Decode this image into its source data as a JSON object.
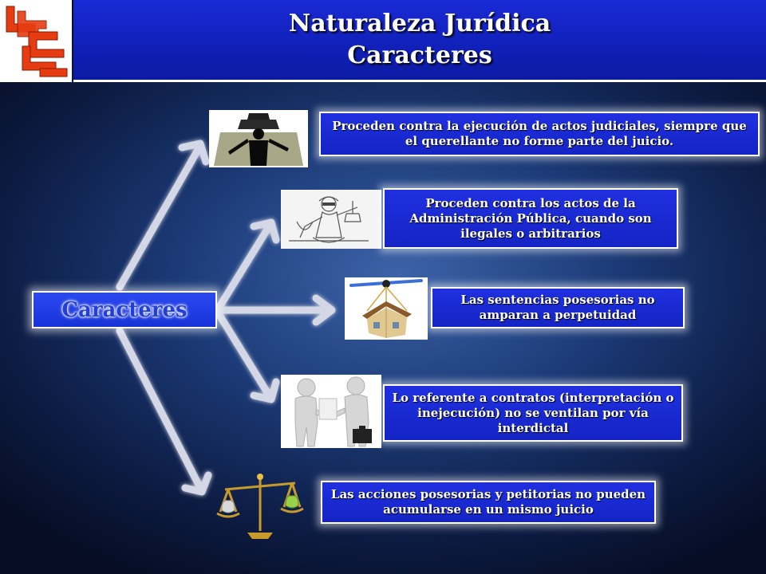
{
  "header": {
    "title_line1": "Naturaleza Jurídica",
    "title_line2": "Caracteres"
  },
  "root": {
    "label": "Caracteres"
  },
  "items": [
    {
      "text": "Proceden contra la ejecución de actos judiciales, siempre que el querellante no forme parte del juicio.",
      "icon": "judge-icon"
    },
    {
      "text": "Proceden contra los actos de la Administración Pública, cuando son ilegales o arbitrarios",
      "icon": "lady-justice-icon"
    },
    {
      "text": "Las sentencias posesorias no amparan a perpetuidad",
      "icon": "house-icon"
    },
    {
      "text": "Lo referente a contratos (interpretación o inejecución) no se ventilan por vía interdictal",
      "icon": "handshake-icon"
    },
    {
      "text": "Las acciones posesorias y petitorias no pueden acumularse en un mismo juicio",
      "icon": "scales-icon"
    }
  ],
  "colors": {
    "box_fill": "#1a2ad6",
    "box_border": "#ffffff",
    "arrow": "#d4d8e6"
  }
}
